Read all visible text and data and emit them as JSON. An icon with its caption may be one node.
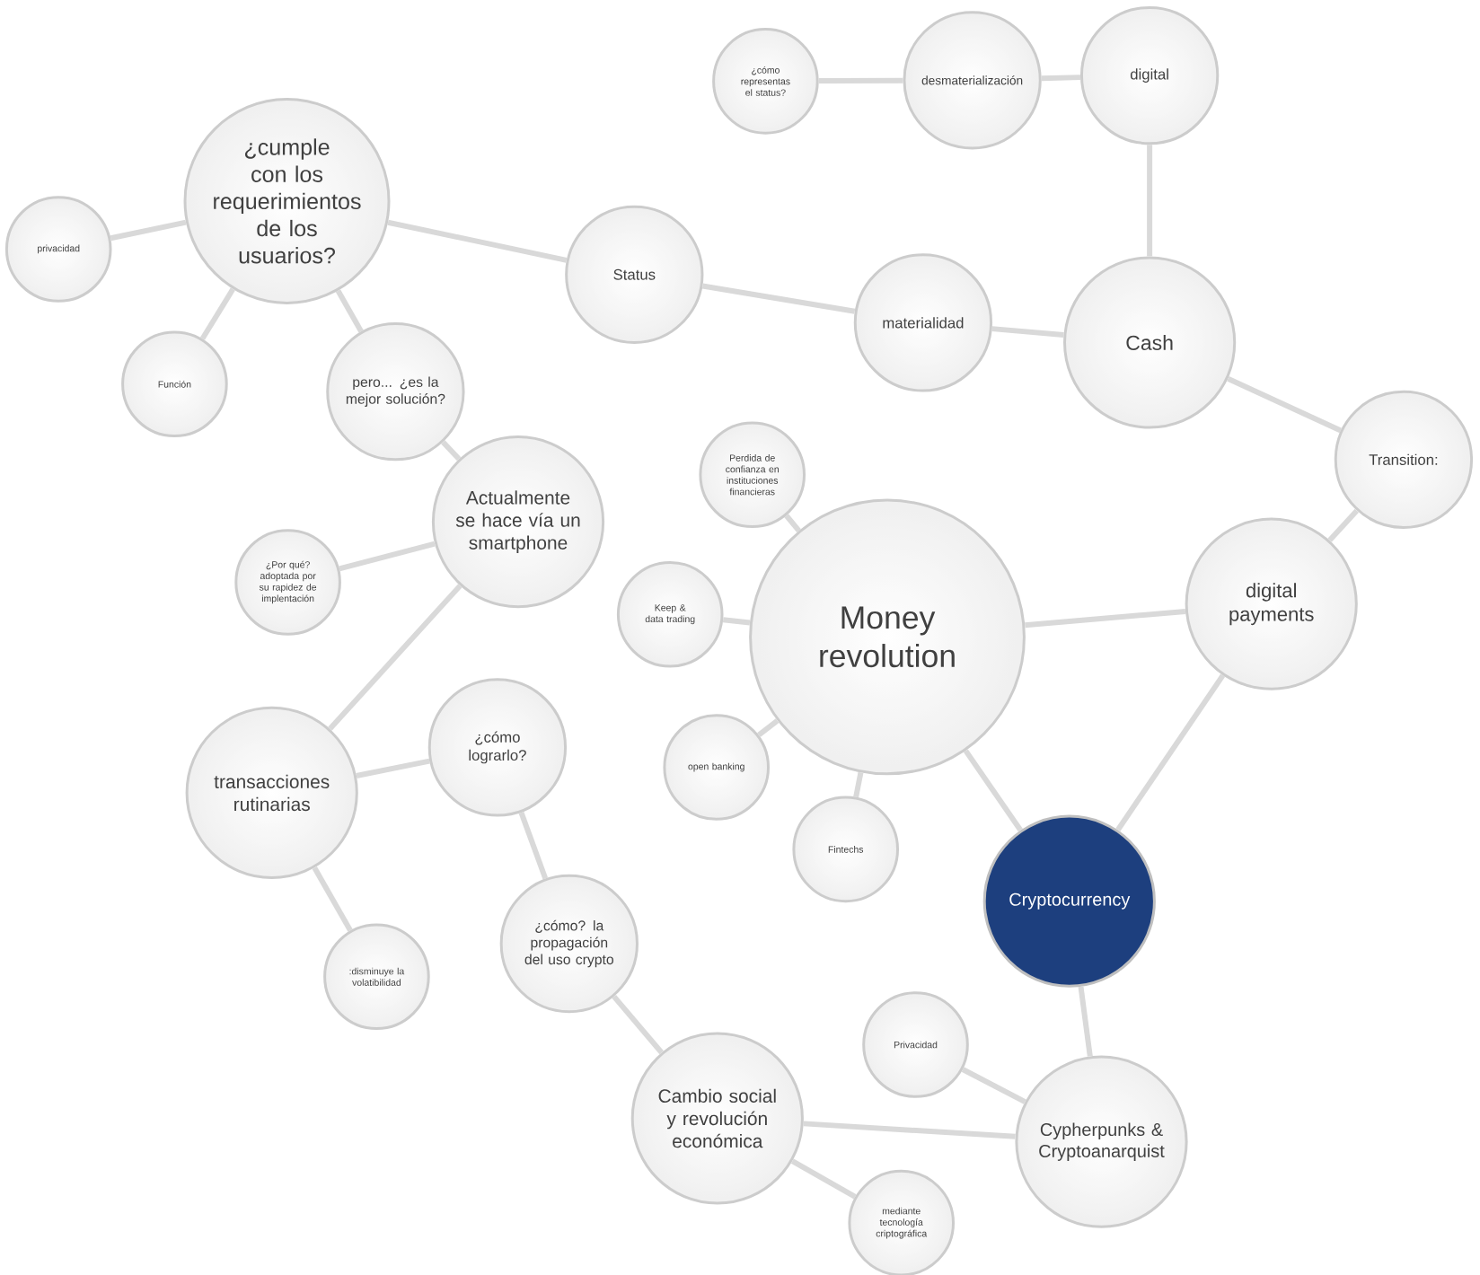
{
  "diagram": {
    "nodes": [
      {
        "text": [
          "Money revolution"
        ]
      },
      {
        "text": [
          "digital payments"
        ]
      },
      {
        "text": [
          "Transition:"
        ]
      },
      {
        "text": [
          "Cash"
        ]
      },
      {
        "text": [
          "digital"
        ]
      },
      {
        "text": [
          "desmaterialización"
        ]
      },
      {
        "text": [
          "¿cómo representas el status?"
        ]
      },
      {
        "text": [
          "materialidad"
        ]
      },
      {
        "text": [
          "Status"
        ]
      },
      {
        "text": [
          "¿cumple con los requerimientos de los usuarios?"
        ]
      },
      {
        "text": [
          "privacidad"
        ]
      },
      {
        "text": [
          "Función"
        ]
      },
      {
        "text": [
          "pero... ¿es la mejor solución?"
        ]
      },
      {
        "text": [
          "Actualmente se hace vía un smartphone"
        ]
      },
      {
        "text": [
          "¿Por qué? adoptada por su rapidez de implentación"
        ]
      },
      {
        "text": [
          "transacciones rutinarias"
        ]
      },
      {
        "text": [
          "¿cómo lograrlo?"
        ]
      },
      {
        "text": [
          ":disminuye la volatibilidad"
        ]
      },
      {
        "text": [
          "¿cómo? la propagación del uso crypto"
        ]
      },
      {
        "text": [
          "Cambio social y revolución económica"
        ]
      },
      {
        "text": [
          "mediante tecnología criptográfica"
        ]
      },
      {
        "text": [
          "Cypherpunks & Cryptoanarquist"
        ]
      },
      {
        "text": [
          "Privacidad"
        ]
      },
      {
        "text": [
          "Cryptocurrency"
        ]
      },
      {
        "text": [
          "Perdida de confianza en instituciones financieras"
        ]
      },
      {
        "text": [
          "Keep & data trading"
        ]
      },
      {
        "text": [
          "open banking"
        ]
      },
      {
        "text": [
          "Fintechs"
        ]
      }
    ],
    "edges": [
      {
        "from": 0,
        "to": 1,
        "arrow": "none"
      },
      {
        "from": 1,
        "to": 2,
        "arrow": "none"
      },
      {
        "from": 2,
        "to": 3,
        "arrow": "none"
      },
      {
        "from": 3,
        "to": 4,
        "arrow": "none"
      },
      {
        "from": 4,
        "to": 5,
        "arrow": "none"
      },
      {
        "from": 5,
        "to": 6,
        "arrow": "none"
      },
      {
        "from": 3,
        "to": 7,
        "arrow": "none"
      },
      {
        "from": 7,
        "to": 8,
        "arrow": "none"
      },
      {
        "from": 8,
        "to": 9,
        "arrow": "none"
      },
      {
        "from": 9,
        "to": 10,
        "arrow": "none"
      },
      {
        "from": 9,
        "to": 11,
        "arrow": "none"
      },
      {
        "from": 9,
        "to": 12,
        "arrow": "none"
      },
      {
        "from": 12,
        "to": 13,
        "arrow": "none"
      },
      {
        "from": 13,
        "to": 14,
        "arrow": "none"
      },
      {
        "from": 13,
        "to": 15,
        "arrow": "none"
      },
      {
        "from": 15,
        "to": 16,
        "arrow": "none"
      },
      {
        "from": 15,
        "to": 17,
        "arrow": "none"
      },
      {
        "from": 16,
        "to": 18,
        "arrow": "none"
      },
      {
        "from": 18,
        "to": 19,
        "arrow": "none"
      },
      {
        "from": 19,
        "to": 20,
        "arrow": "none"
      },
      {
        "from": 19,
        "to": 21,
        "arrow": "none"
      },
      {
        "from": 21,
        "to": 22,
        "arrow": "none"
      },
      {
        "from": 21,
        "to": 23,
        "arrow": "none"
      },
      {
        "from": 23,
        "to": 0,
        "arrow": "none"
      },
      {
        "from": 23,
        "to": 1,
        "arrow": "none"
      },
      {
        "from": 0,
        "to": 24,
        "arrow": "none"
      },
      {
        "from": 0,
        "to": 25,
        "arrow": "none"
      },
      {
        "from": 0,
        "to": 26,
        "arrow": "none"
      },
      {
        "from": 0,
        "to": 27,
        "arrow": "none"
      }
    ]
  }
}
